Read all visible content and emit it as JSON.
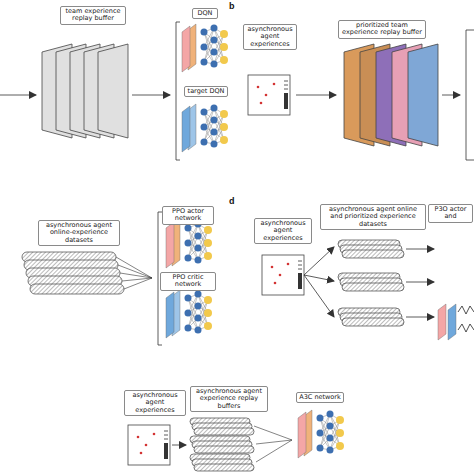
{
  "diagram": {
    "nodes": [
      {
        "text": [
          "team experience replay buffer"
        ]
      },
      {
        "text": [
          "DQN"
        ]
      },
      {
        "text": [
          "target DQN"
        ]
      },
      {
        "text": [
          "asynchronous agent experiences"
        ]
      },
      {
        "text": [
          "prioritized team experience replay buffer"
        ]
      },
      {
        "text": [
          "asynchronous agent online-experience datasets"
        ]
      },
      {
        "text": [
          "PPO actor network"
        ]
      },
      {
        "text": [
          "PPO critic network"
        ]
      },
      {
        "text": [
          "asynchronous agent experiences"
        ]
      },
      {
        "text": [
          "asynchronous agent online and prioritized experience datasets"
        ]
      },
      {
        "text": [
          "P3O actor and"
        ]
      },
      {
        "text": [
          "asynchronous agent experiences"
        ]
      },
      {
        "text": [
          "asynchronous agent experience replay buffers"
        ]
      },
      {
        "text": [
          "A3C network"
        ]
      }
    ],
    "labels": [
      "b",
      "d"
    ]
  }
}
